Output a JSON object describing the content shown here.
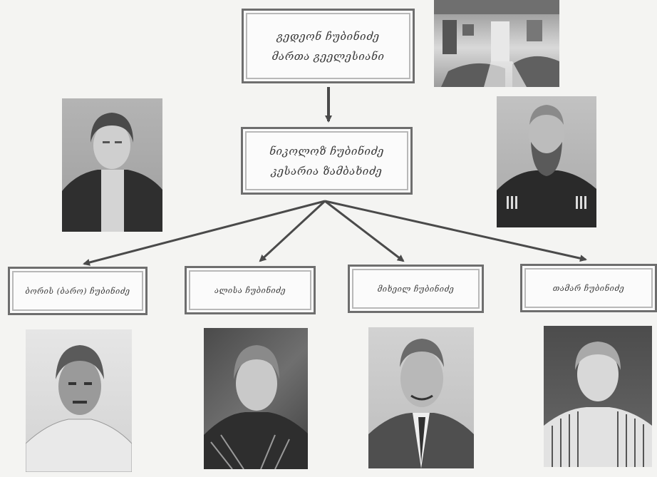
{
  "tree": {
    "grandparents": {
      "name1": "გედეონ ჩუბინიძე",
      "name2": "მართა გეელესიანი"
    },
    "parents": {
      "name1": "ნიკოლოზ ჩუბინიძე",
      "name2": "კესარია ზამბახიძე"
    },
    "children": [
      {
        "name": "ბორის (ბარო) ჩუბინიძე"
      },
      {
        "name": "ალისა ჩუბინიძე"
      },
      {
        "name": "მიხეილ ჩუბინიძე"
      },
      {
        "name": "თამარ ჩუბინიძე"
      }
    ]
  },
  "colors": {
    "box_border": "#6e6e6e",
    "arrow": "#4a4a4a",
    "background": "#f4f4f2"
  },
  "icons": [
    "down-arrow",
    "branch-arrow"
  ]
}
